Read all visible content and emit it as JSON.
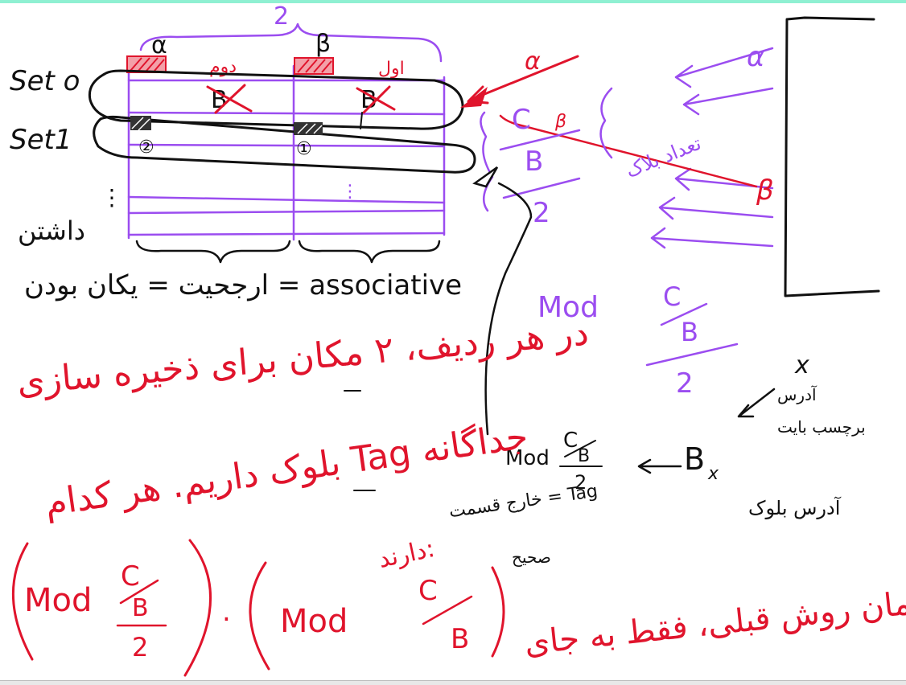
{
  "colors": {
    "ink_black": "#111111",
    "ink_purple": "#9b4df0",
    "ink_red": "#e0142c",
    "top_strip": "#8ff0d2"
  },
  "notes": {
    "width_label": "2",
    "col_alpha": "α",
    "col_beta": "β",
    "persian_second": "دوم",
    "persian_first": "اول",
    "set0": "Set o",
    "set1": "Set1",
    "cell_b1": "B",
    "cell_b2": "B",
    "circle_2": "②",
    "circle_1": "①",
    "persian_have": "داشتن",
    "associative_line": "ارجحیت = یکان بودن = associative",
    "right_alpha": "α",
    "right_beta": "β",
    "cb_c": "C",
    "cb_b": "B",
    "beta_small": "β",
    "two_small": "2",
    "blocks_count": "تعداد بلاک",
    "mod_cb": "Mod",
    "mod_c": "C",
    "mod_b": "B",
    "mod_2": "2",
    "address_x": "x",
    "address_text": "آدرس",
    "label_text": "برچسب بایت",
    "mod_bottom": "Mod",
    "mod_bottom_c": "C",
    "mod_bottom_b": "B",
    "mod_bottom_2": "2",
    "arrow_bx": "B",
    "arrow_bx_sub": "x",
    "block_address": "آدرس بلوک",
    "out_tag": "خارج قسمت = Tag",
    "correct": "صحیح",
    "red_line1": "در هر ردیف، ۲ مکان برای ذخیره سازی",
    "red_line2": "بلوک داریم. هر کدام Tag جداگانه",
    "red_line3": "دارند:",
    "formula_left_mod": "Mod",
    "formula_left_c": "C",
    "formula_left_b": "B",
    "formula_left_2": "2",
    "formula_dot": ".",
    "formula_right_mod": "Mod",
    "formula_right_c": "C",
    "formula_right_b": "B",
    "formula_persian": "همان روش قبلی، فقط به جای"
  }
}
